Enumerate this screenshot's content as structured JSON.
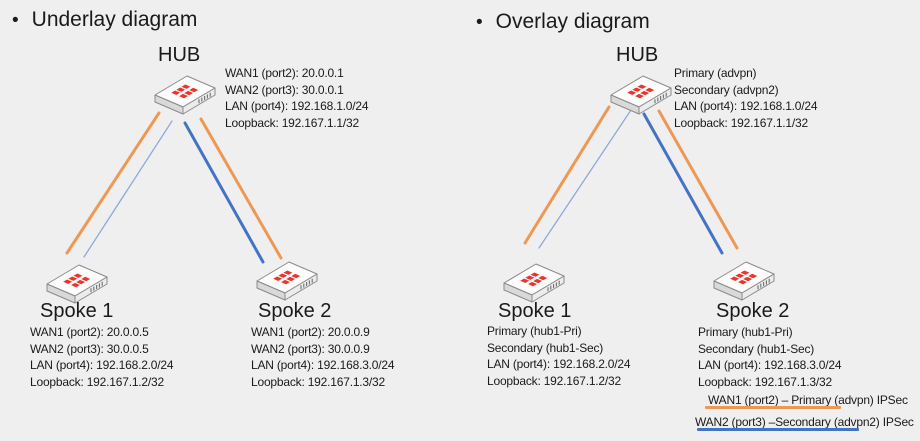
{
  "underlay": {
    "bullet": "•",
    "title": "Underlay diagram",
    "hub": {
      "label": "HUB",
      "lines": [
        "WAN1 (port2): 20.0.0.1",
        "WAN2 (port3): 30.0.0.1",
        "LAN (port4): 192.168.1.0/24",
        "Loopback: 192.167.1.1/32"
      ]
    },
    "spoke1": {
      "label": "Spoke 1",
      "lines": [
        "WAN1 (port2): 20.0.0.5",
        "WAN2 (port3): 30.0.0.5",
        "LAN (port4): 192.168.2.0/24",
        "Loopback: 192.167.1.2/32"
      ]
    },
    "spoke2": {
      "label": "Spoke 2",
      "lines": [
        "WAN1 (port2): 20.0.0.9",
        "WAN2 (port3): 30.0.0.9",
        "LAN (port4): 192.168.3.0/24",
        "Loopback: 192.167.1.3/32"
      ]
    }
  },
  "overlay": {
    "bullet": "•",
    "title": "Overlay diagram",
    "hub": {
      "label": "HUB",
      "lines": [
        "Primary (advpn)",
        "Secondary (advpn2)",
        "LAN (port4): 192.168.1.0/24",
        "Loopback: 192.167.1.1/32"
      ]
    },
    "spoke1": {
      "label": "Spoke 1",
      "lines": [
        "Primary (hub1-Pri)",
        "Secondary (hub1-Sec)",
        "LAN (port4): 192.168.2.0/24",
        "Loopback: 192.167.1.2/32"
      ]
    },
    "spoke2": {
      "label": "Spoke 2",
      "lines": [
        "Primary (hub1-Pri)",
        "Secondary (hub1-Sec)",
        "LAN (port4): 192.168.3.0/24",
        "Loopback: 192.167.1.3/32"
      ]
    }
  },
  "legend": {
    "items": [
      {
        "label": "WAN1 (port2) – Primary (advpn) IPSec",
        "color": "#ED9853"
      },
      {
        "label": "WAN2 (port3) –Secondary (advpn2) IPSec",
        "color": "#4472C4"
      }
    ]
  },
  "colors": {
    "primary_link": "#ED9853",
    "secondary_link": "#4472C4",
    "underlay_thin_link": "#8EA9DB",
    "router_logo_red": "#E8362D",
    "background": "#EFEFF0"
  }
}
